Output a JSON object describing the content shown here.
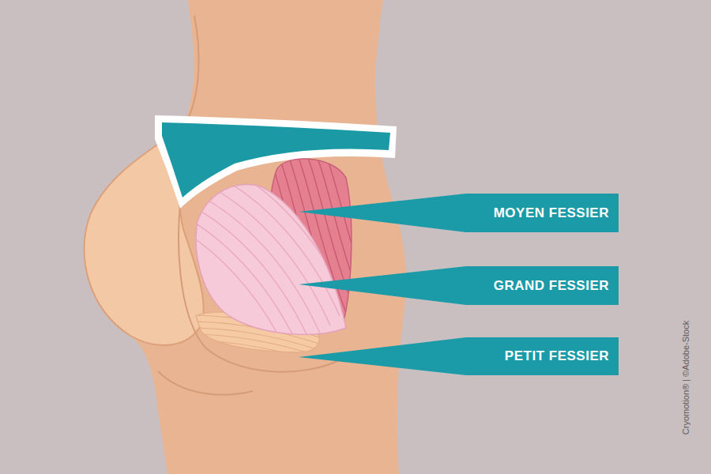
{
  "diagram": {
    "nodes": [
      {
        "text": [
          "MOYEN FESSIER"
        ]
      },
      {
        "text": [
          "GRAND FESSIER"
        ]
      },
      {
        "text": [
          "PETIT FESSIER"
        ]
      }
    ],
    "labels": [
      "Cryomotion® | ©Adobe-Stock"
    ]
  }
}
